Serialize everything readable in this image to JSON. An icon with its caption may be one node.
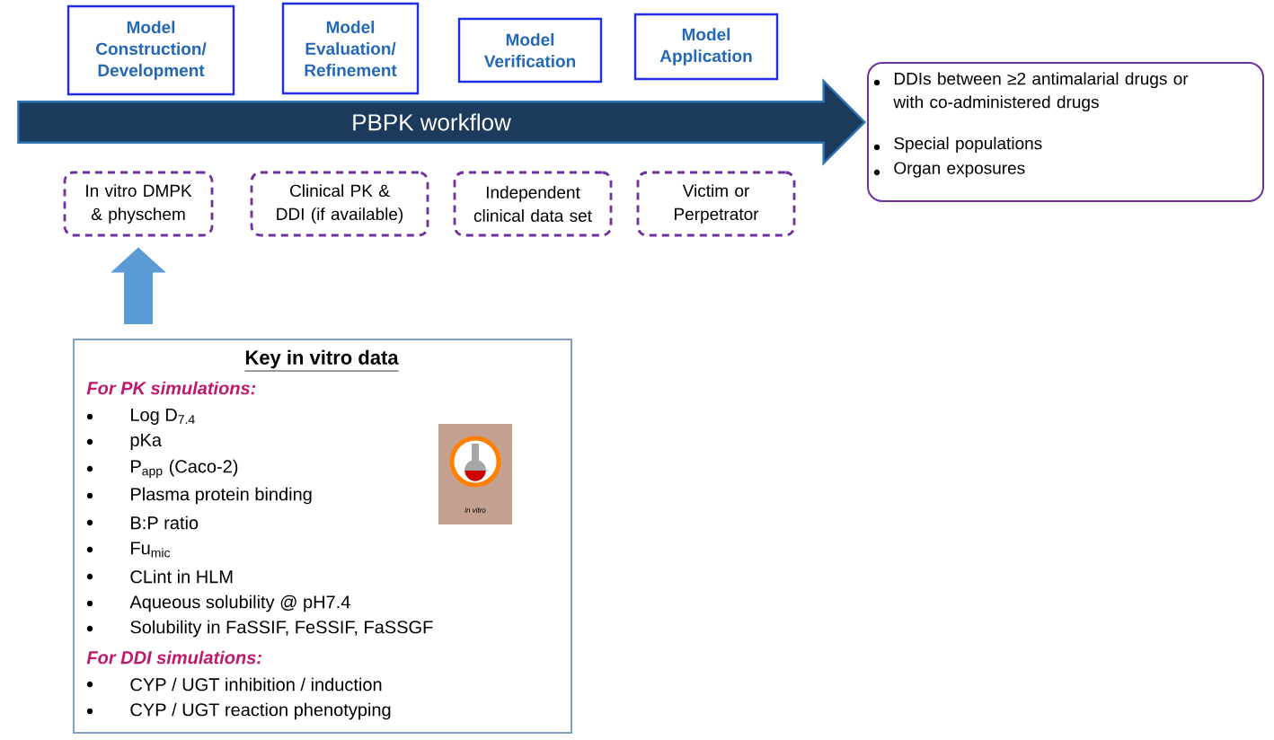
{
  "diagram": {
    "nodes": [
      {
        "text": [
          "Model Construction/ Development"
        ]
      },
      {
        "text": [
          "Model Evaluation/ Refinement"
        ]
      },
      {
        "text": [
          "Model Verification"
        ]
      },
      {
        "text": [
          "Model Application"
        ]
      },
      {
        "text": [
          "PBPK workflow"
        ]
      },
      {
        "text": [
          "DDIs between ≥2 antimalarial drugs or with co-administered drugs",
          "Special populations",
          "Organ exposures"
        ]
      },
      {
        "text": [
          "In vitro DMPK & physchem"
        ]
      },
      {
        "text": [
          "Clinical PK & DDI (if available)"
        ]
      },
      {
        "text": [
          "Independent clinical data set"
        ]
      },
      {
        "text": [
          "Victim or Perpetrator"
        ]
      },
      {
        "text": [
          "Key in vitro data",
          "For PK simulations:",
          "Log D$_{7.4}$",
          "pKa",
          "P$_{app}$ (Caco-2)",
          "Plasma protein binding",
          "B:P ratio",
          "Fu$_{mic}$",
          "CLint in HLM",
          "Aqueous solubility @ pH7.4",
          "Solubility in FaSSIF, FeSSIF, FaSSGF",
          "For DDI simulations:",
          "CYP / UGT inhibition / induction",
          "CYP / UGT reaction phenotyping"
        ]
      },
      {
        "text": [
          "in vitro"
        ],
        "in": 10
      }
    ],
    "edges": [
      {
        "from": 10,
        "to": 6,
        "arrow": "to",
        "color": "#5b9bd5"
      }
    ]
  }
}
